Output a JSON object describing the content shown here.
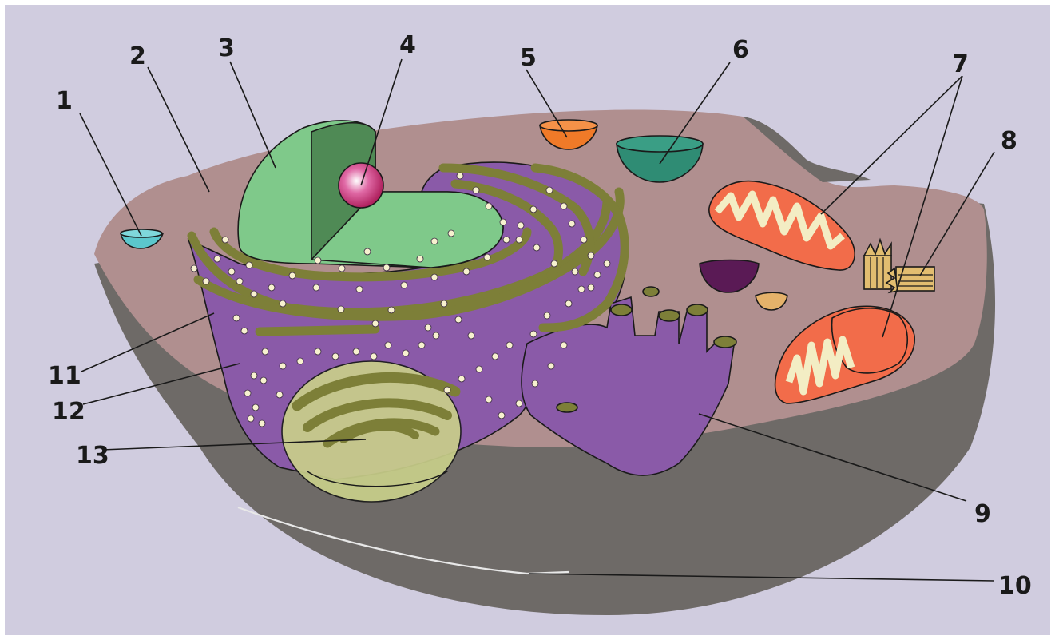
{
  "colors": {
    "background": "#d0ccdf",
    "cytoplasm": "#b08f8f",
    "cell_shadow": "#6e6a67",
    "nucleus_light": "#7fc98a",
    "nucleus_dark": "#4f8a55",
    "nucleolus": "#c8367a",
    "rough_er": "#8a5aa8",
    "er_tube": "#7d7f38",
    "golgi": "#c9cf8a",
    "mitochondrion": "#f26c4a",
    "cristae": "#f3edc4",
    "teal_vesicle": "#5bc7cc",
    "orange_vesicle": "#f07a28",
    "green_vesicle": "#2f8c74",
    "purple_vesicle": "#5a1a55",
    "tan_vesicle": "#e5b26a",
    "centriole": "#e2bd70"
  },
  "labels": [
    {
      "id": "label-1",
      "text": "1"
    },
    {
      "id": "label-2",
      "text": "2"
    },
    {
      "id": "label-3",
      "text": "3"
    },
    {
      "id": "label-4",
      "text": "4"
    },
    {
      "id": "label-5",
      "text": "5"
    },
    {
      "id": "label-6",
      "text": "6"
    },
    {
      "id": "label-7",
      "text": "7"
    },
    {
      "id": "label-8",
      "text": "8"
    },
    {
      "id": "label-9",
      "text": "9"
    },
    {
      "id": "label-10",
      "text": "10"
    },
    {
      "id": "label-11",
      "text": "11"
    },
    {
      "id": "label-12",
      "text": "12"
    },
    {
      "id": "label-13",
      "text": "13"
    }
  ]
}
